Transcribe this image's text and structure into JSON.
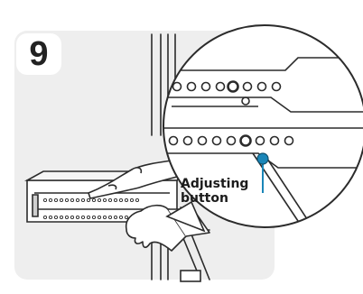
{
  "step": {
    "number": "9"
  },
  "callout": {
    "line1": "Adjusting",
    "line2": "button"
  },
  "colors": {
    "panel": "#eeeeee",
    "line": "#2b2b2b",
    "accent": "#1a86b8",
    "background": "#ffffff"
  }
}
